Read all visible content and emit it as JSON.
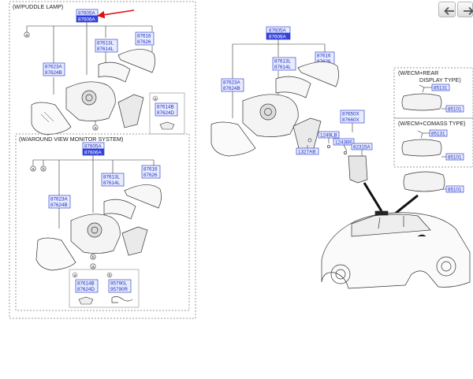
{
  "nav": {
    "prev_label": "previous",
    "next_label": "next"
  },
  "sections": {
    "puddle_lamp": {
      "title": "(W/PUDDLE LAMP)",
      "assy": [
        "87605A",
        "87606A"
      ],
      "mirror_glass": [
        "87623A",
        "87624B"
      ],
      "cover_lower": [
        "87613L",
        "87614L"
      ],
      "cover_upper": [
        "87616",
        "87626"
      ],
      "lamp": [
        "87614B",
        "87624D"
      ],
      "callout_a": "a"
    },
    "around_view": {
      "title": "(W/AROUND VIEW MONITOR SYSTEM)",
      "assy": [
        "87605A",
        "87606A"
      ],
      "mirror_glass": [
        "87623A",
        "87624B"
      ],
      "cover_lower": [
        "87613L",
        "87614L"
      ],
      "cover_upper": [
        "87616",
        "87626"
      ],
      "lamp": [
        "87614B",
        "87624D"
      ],
      "camera": [
        "95790L",
        "95790R"
      ],
      "callout_a": "a",
      "callout_b": "b"
    },
    "main": {
      "assy": [
        "87605A",
        "87606A"
      ],
      "mirror_glass": [
        "87623A",
        "87624B"
      ],
      "cover_lower": [
        "87613L",
        "87614L"
      ],
      "cover_upper": [
        "87616",
        "87626"
      ],
      "repeater": [
        "87650X",
        "87660X"
      ],
      "screw_a": "1249LB",
      "screw_b": "1243BF",
      "bracket": "82315A",
      "bolt": "1327AB",
      "inner_mirror": "85101"
    },
    "ecm_rear": {
      "title_line1": "(W/ECM+REAR",
      "title_line2": "DISPLAY TYPE)",
      "part_a": "85131",
      "part_b": "85101"
    },
    "ecm_compass": {
      "title": "(W/ECM+COMASS TYPE)",
      "part_a": "85131",
      "part_b": "85101"
    }
  },
  "colors": {
    "label_text": "#1a2ec0",
    "label_fill": "#e9ecff",
    "highlight_fill": "#3344dd",
    "arrow": "#e01010",
    "line": "#333333"
  }
}
